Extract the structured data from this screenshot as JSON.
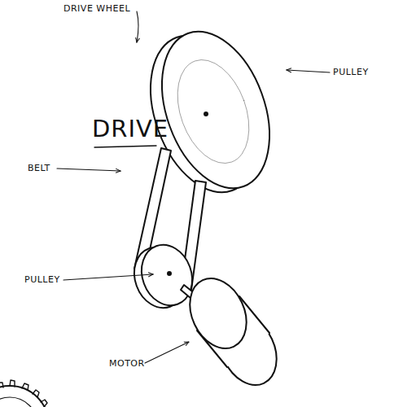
{
  "diagram": {
    "title": "DRIVE",
    "labels": [
      "DRIVE WHEEL",
      "PULLEY",
      "BELT",
      "PULLEY",
      "MOTOR"
    ]
  }
}
